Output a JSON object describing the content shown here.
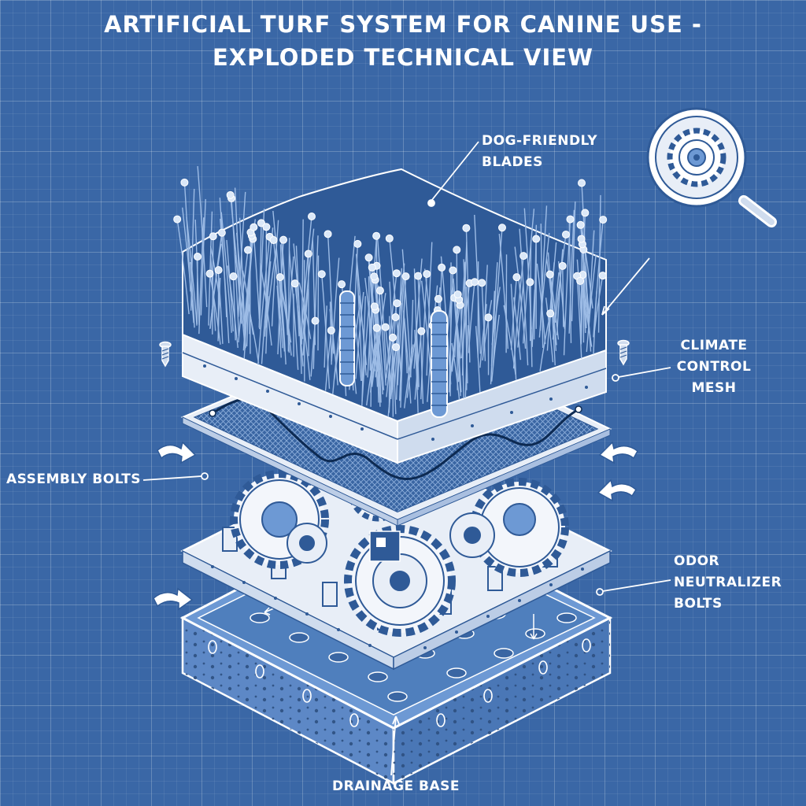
{
  "title": {
    "line1": "ARTIFICIAL TURF SYSTEM FOR CANINE USE -",
    "line2": "EXPLODED TECHNICAL VIEW"
  },
  "labels": {
    "blades": {
      "line1": "DOG-FRIENDLY",
      "line2": "BLADES"
    },
    "mesh": {
      "line1": "CLIMATE",
      "line2": "CONTROL",
      "line3": "MESH"
    },
    "assembly": "ASSEMBLY BOLTS",
    "odor": {
      "line1": "ODOR",
      "line2": "NEUTRALIZER",
      "line3": "BOLTS"
    },
    "drainage": "DRAINAGE BASE"
  },
  "colors": {
    "background": "#3a67a6",
    "line": "#ffffff",
    "layer_fill": "#e8eef7",
    "blade_fill": "#2f5a97",
    "accent": "#7fa8dc"
  },
  "icons": {
    "inspect": "magnifier-gear-icon",
    "arrows": "curved-arrow-icon",
    "screws": "screw-icon"
  }
}
